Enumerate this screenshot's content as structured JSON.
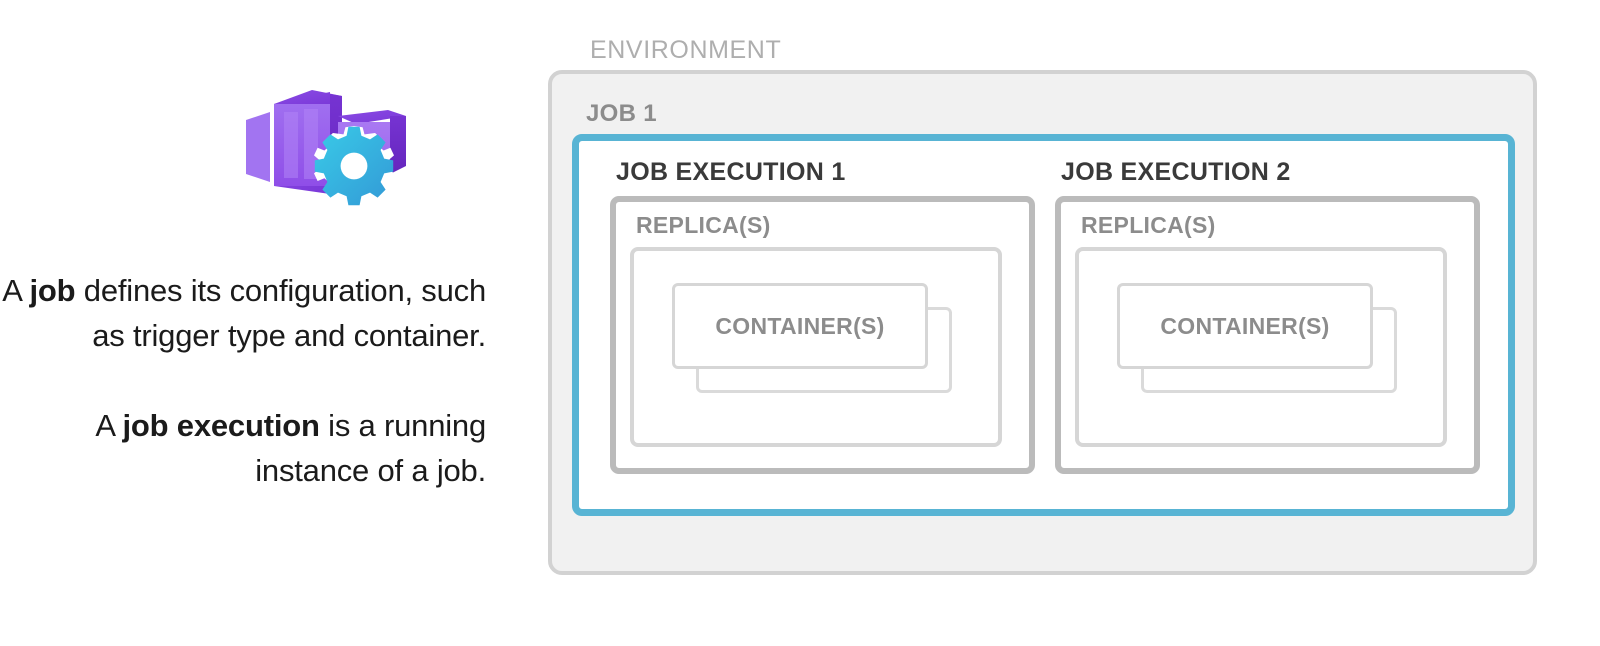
{
  "left_panel": {
    "icon_name": "azure-container-apps-jobs-icon",
    "paragraphs": [
      {
        "id": "job-definition",
        "segments": [
          {
            "text": "A ",
            "bold": false
          },
          {
            "text": "job",
            "bold": true
          },
          {
            "text": " defines its configuration, such as trigger type and container.",
            "bold": false
          }
        ],
        "plain": "A job defines its configuration, such as trigger type and container."
      },
      {
        "id": "job-execution-definition",
        "segments": [
          {
            "text": "A ",
            "bold": false
          },
          {
            "text": "job execution",
            "bold": true
          },
          {
            "text": " is a running instance of a job.",
            "bold": false
          }
        ],
        "plain": "A job execution is a running instance of a job."
      }
    ]
  },
  "diagram": {
    "environment": {
      "label": "ENVIRONMENT",
      "background": "#f1f1f1",
      "border_color": "#d2d2d2"
    },
    "job": {
      "label": "JOB 1",
      "background": "#ffffff",
      "border_color": "#58b4d4"
    },
    "executions": [
      {
        "label": "JOB EXECUTION 1",
        "replica": {
          "label": "REPLICA(S)",
          "container": {
            "label": "CONTAINER(S)",
            "count_shown": 2
          }
        }
      },
      {
        "label": "JOB EXECUTION 2",
        "replica": {
          "label": "REPLICA(S)",
          "container": {
            "label": "CONTAINER(S)",
            "count_shown": 2
          }
        }
      }
    ]
  },
  "colors": {
    "accent_blue": "#58b4d4",
    "label_gray": "#8c8c8c",
    "label_light_gray": "#aeaeae",
    "label_dark": "#3a3a3a",
    "panel_gray": "#f1f1f1",
    "icon_purple_light": "#9a5cea",
    "icon_purple_mid": "#8348e0",
    "icon_purple_dark": "#6a2fc4",
    "icon_gear_cyan": "#32bedd",
    "body_text": "#1b1b1b"
  }
}
